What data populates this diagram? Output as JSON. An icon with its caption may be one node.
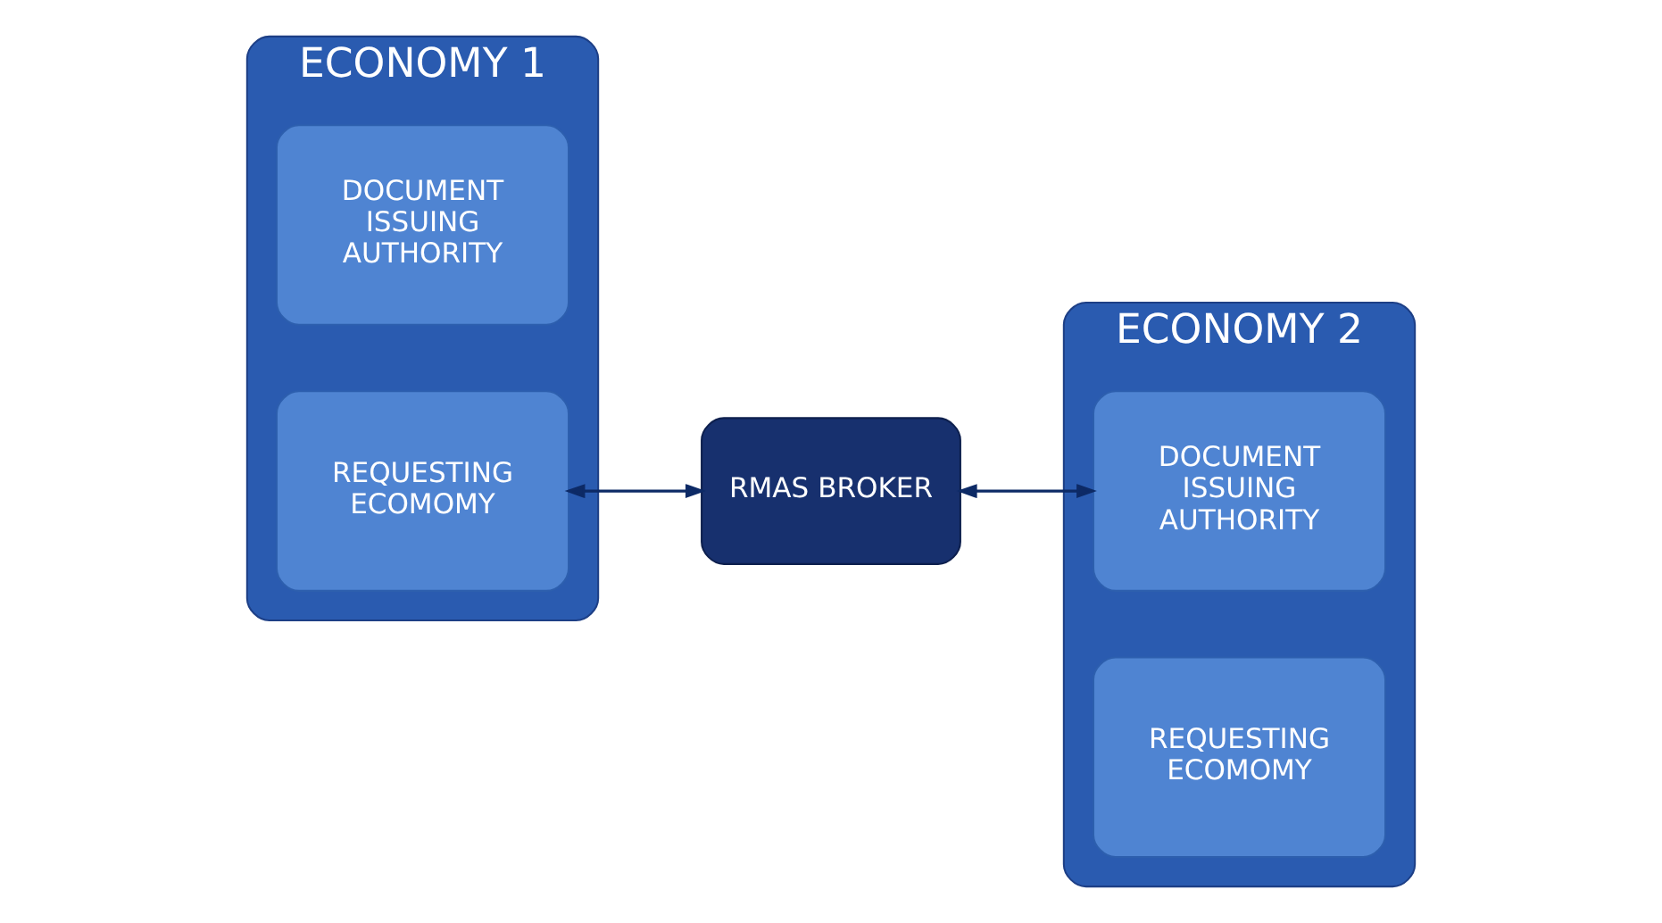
{
  "diagram": {
    "nodes": [
      {
        "text": [
          "ECONOMY 1"
        ]
      },
      {
        "text": [
          "DOCUMENT ISSUING AUTHORITY"
        ],
        "in": 0
      },
      {
        "text": [
          "REQUESTING ECOMOMY"
        ],
        "in": 0
      },
      {
        "text": [
          "RMAS BROKER"
        ]
      },
      {
        "text": [
          "ECONOMY 2"
        ]
      },
      {
        "text": [
          "DOCUMENT ISSUING AUTHORITY"
        ],
        "in": 4
      },
      {
        "text": [
          "REQUESTING ECOMOMY"
        ],
        "in": 4
      }
    ],
    "edges": [
      {
        "from": 2,
        "to": 3,
        "arrow": "both"
      },
      {
        "from": 3,
        "to": 5,
        "arrow": "both"
      }
    ]
  }
}
